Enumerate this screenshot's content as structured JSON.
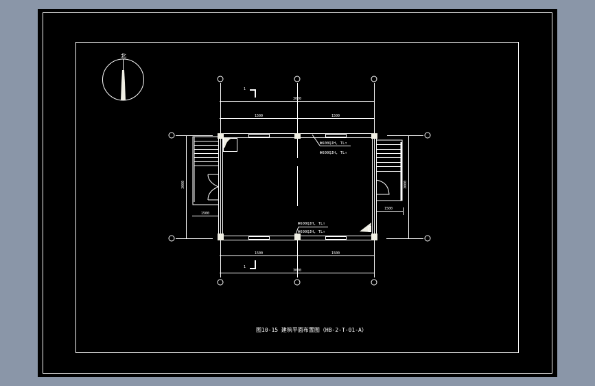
{
  "drawing": {
    "title": "图10-15  建筑平面布置图（HB-2-T-01-A）",
    "north_label": "北",
    "dims": {
      "total_width": "3000",
      "bay_left": "1500",
      "bay_right": "1500",
      "left_height": "3000",
      "right_height": "3000",
      "left_stair": "1500",
      "right_stair": "1500"
    },
    "section_mark": "1",
    "annotations": {
      "top_1": "Φ600QJH, TL↑",
      "top_2": "Φ600QJH, TL↑",
      "bottom_1": "Φ600QJH, TL↑",
      "bottom_2": "Φ600QJH, TL↑"
    },
    "colors": {
      "viewport": "#8a96a8",
      "paper": "#000000",
      "line": "#ffffff"
    }
  }
}
